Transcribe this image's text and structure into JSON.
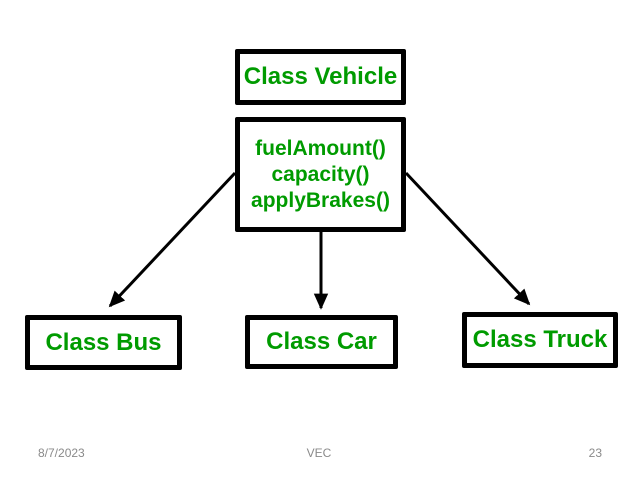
{
  "slide": {
    "footer": {
      "date": "8/7/2023",
      "center_text": "VEC",
      "page_number": "23"
    },
    "colors": {
      "node_text": "#009b00",
      "node_border": "#000000",
      "arrow": "#000000",
      "footer_text": "#8a8a8a",
      "slide_bg": "#ffffff"
    }
  },
  "diagram": {
    "parent_class": {
      "label": "Class Vehicle"
    },
    "methods": {
      "items": [
        "fuelAmount()",
        "capacity()",
        "applyBrakes()"
      ]
    },
    "child_classes": [
      {
        "label": "Class Bus"
      },
      {
        "label": "Class Car"
      },
      {
        "label": "Class Truck"
      }
    ]
  }
}
